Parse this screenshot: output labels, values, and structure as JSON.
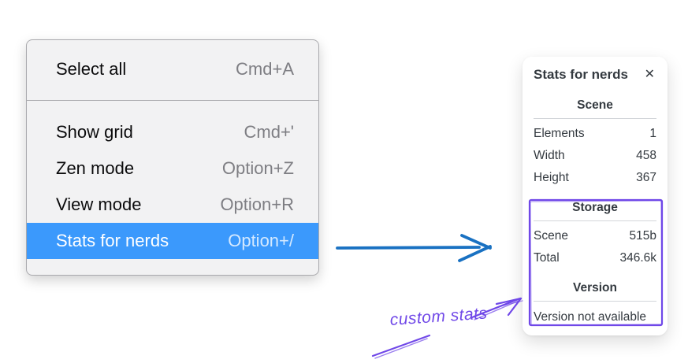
{
  "menu": {
    "sections": [
      {
        "items": [
          {
            "label": "Select all",
            "shortcut": "Cmd+A"
          }
        ]
      },
      {
        "items": [
          {
            "label": "Show grid",
            "shortcut": "Cmd+'"
          },
          {
            "label": "Zen mode",
            "shortcut": "Option+Z"
          },
          {
            "label": "View mode",
            "shortcut": "Option+R"
          },
          {
            "label": "Stats for nerds",
            "shortcut": "Option+/"
          }
        ]
      }
    ],
    "selected_item": "Stats for nerds",
    "highlight_color": "#3b99fc"
  },
  "stats_panel": {
    "title": "Stats for nerds",
    "close_glyph": "✕",
    "sections": [
      {
        "heading": "Scene",
        "rows": [
          {
            "label": "Elements",
            "value": "1"
          },
          {
            "label": "Width",
            "value": "458"
          },
          {
            "label": "Height",
            "value": "367"
          }
        ]
      },
      {
        "heading": "Storage",
        "rows": [
          {
            "label": "Scene",
            "value": "515b"
          },
          {
            "label": "Total",
            "value": "346.6k"
          }
        ]
      },
      {
        "heading": "Version",
        "rows": [],
        "note": "Version not available"
      }
    ]
  },
  "annotations": {
    "custom_stats_label": "custom stats",
    "purple_color": "#7048e8",
    "blue_arrow_color": "#1971c2"
  }
}
